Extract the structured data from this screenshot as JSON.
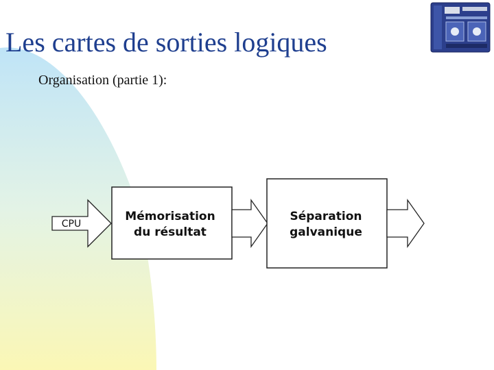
{
  "slide": {
    "title": "Les cartes de sorties logiques",
    "subtitle": "Organisation (partie 1):"
  },
  "diagram": {
    "input_label": "CPU",
    "block1": {
      "line1": "Mémorisation",
      "line2": "du résultat"
    },
    "block2": {
      "line1": "Séparation",
      "line2": "galvanique"
    }
  },
  "colors": {
    "title": "#1f3f8f",
    "gradient_top": "#bfe4f7",
    "gradient_bottom": "#fbf7b5"
  },
  "images": {
    "plc": "plc-module-image"
  }
}
